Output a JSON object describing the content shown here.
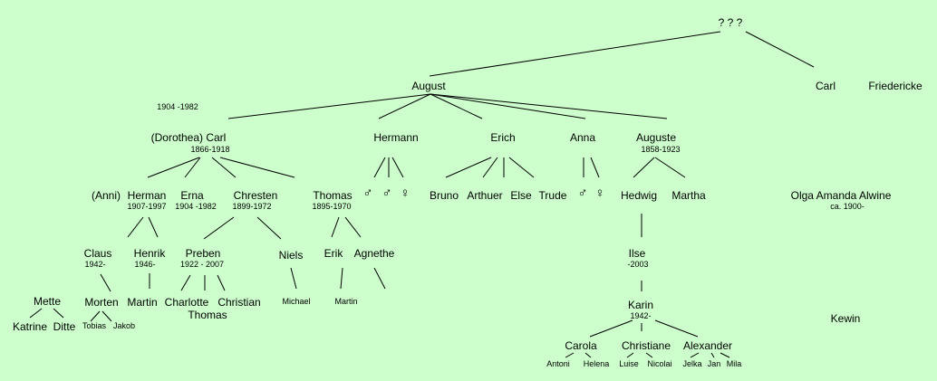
{
  "colors": {
    "background": "#ccffcc",
    "text": "#000000",
    "lines": "#000000"
  },
  "family_tree": {
    "root": "? ? ?",
    "carl": "Carl",
    "friedericke": "Friedericke",
    "august": "August",
    "years_1904_1982_a": "1904 -1982",
    "dorothea_carl": "(Dorothea)  Carl",
    "dorothea_carl_years": "1866-1918",
    "hermann": "Hermann",
    "erich": "Erich",
    "anna": "Anna",
    "auguste": "Auguste",
    "auguste_years": "1858-1923",
    "anni": "(Anni)",
    "herman": "Herman",
    "herman_years": "1907-1997",
    "erna": "Erna",
    "erna_years": "1904 -1982",
    "chresten": "Chresten",
    "chresten_years": "1899-1972",
    "thomas": "Thomas",
    "thomas_years": "1895-1970",
    "male_symbol": "♂",
    "female_symbol": "♀",
    "bruno": "Bruno",
    "arthuer": "Arthuer",
    "else": "Else",
    "trude": "Trude",
    "hedwig": "Hedwig",
    "martha": "Martha",
    "olga": "Olga Amanda Alwine",
    "olga_years": "ca. 1900-",
    "claus": "Claus",
    "claus_years": "1942-",
    "henrik": "Henrik",
    "henrik_years": "1946-",
    "preben": "Preben",
    "preben_years": "1922 - 2007",
    "niels": "Niels",
    "erik": "Erik",
    "agnethe": "Agnethe",
    "ilse": "Ilse",
    "ilse_years": "-2003",
    "mette": "Mette",
    "morten": "Morten",
    "martin_henrik": "Martin",
    "charlotte": "Charlotte",
    "christian": "Christian",
    "thomas_2": "Thomas",
    "michael": "Michael",
    "martin_agnethe": "Martin",
    "karin": "Karin",
    "karin_years": "1942-",
    "kewin": "Kewin",
    "katrine": "Katrine",
    "ditte": "Ditte",
    "tobias": "Tobias",
    "jakob": "Jakob",
    "carola": "Carola",
    "christiane": "Christiane",
    "alexander": "Alexander",
    "antoni": "Antoni",
    "helena": "Helena",
    "luise": "Luise",
    "nicolai": "Nicolai",
    "jelka": "Jelka",
    "jan": "Jan",
    "mila": "Mila"
  }
}
